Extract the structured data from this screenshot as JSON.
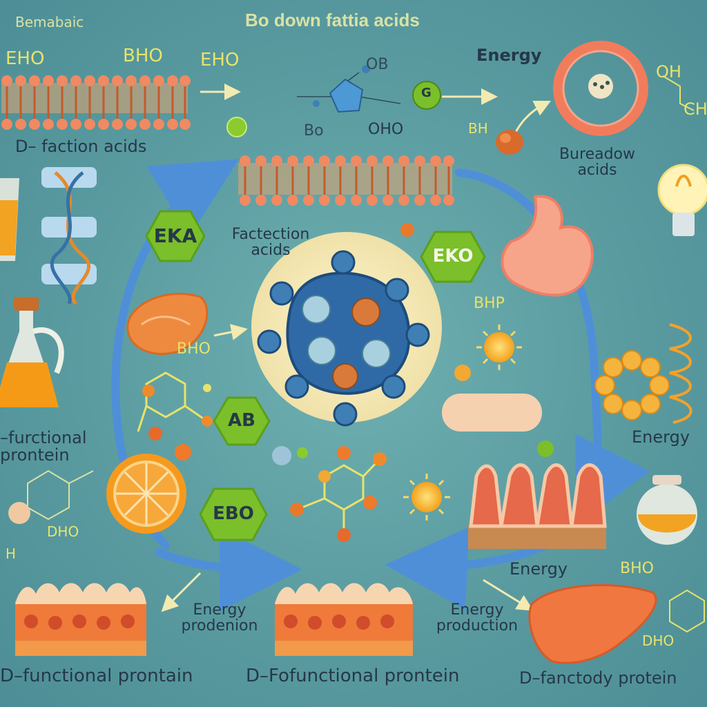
{
  "labels": {
    "top_left": "Bemabaic",
    "top_title": "Bo down fattia acids",
    "eho_1": "EHO",
    "bho_1": "BHO",
    "eho_2": "EHO",
    "ob_1": "OB",
    "bo_1": "Bo",
    "oho_1": "OHO",
    "g_1": "G",
    "bh_1": "BH",
    "energy_1": "Energy",
    "oh_1": "OH",
    "ch_1": "CH",
    "faction_acids": "D– faction acids",
    "breakdown_acids": [
      "Bureadow",
      "acids"
    ],
    "factection_acids": [
      "Factection",
      "acids"
    ],
    "eka": "EKA",
    "eko": "EKO",
    "bhp": "BHP",
    "bho_2": "BHO",
    "ab": "AB",
    "ebo": "EBO",
    "functional_prontein_left": [
      "–furctional",
      "prontein"
    ],
    "energy_2": "Energy",
    "dho_1": "DHO",
    "h_1": "H",
    "energy_prod_1": [
      "Energy",
      "prodenion"
    ],
    "energy_prod_2": [
      "Energy",
      "production"
    ],
    "energy_3": "Energy",
    "bho_3": "BHO",
    "dho_2": "DHO",
    "bottom_1": "D–functional prontain",
    "bottom_2": "D–Fofunctional prontein",
    "bottom_3": "D–fanctody protein"
  },
  "colors": {
    "background": "#5e9ea3",
    "cycle_arrow": "#4f8fd8",
    "badge_green": "#7bbf2a",
    "label_dark": "#253848",
    "label_yellow": "#e8e36a",
    "membrane_orange": "#e8a07a",
    "molecule_blue": "#3f7fb5"
  }
}
